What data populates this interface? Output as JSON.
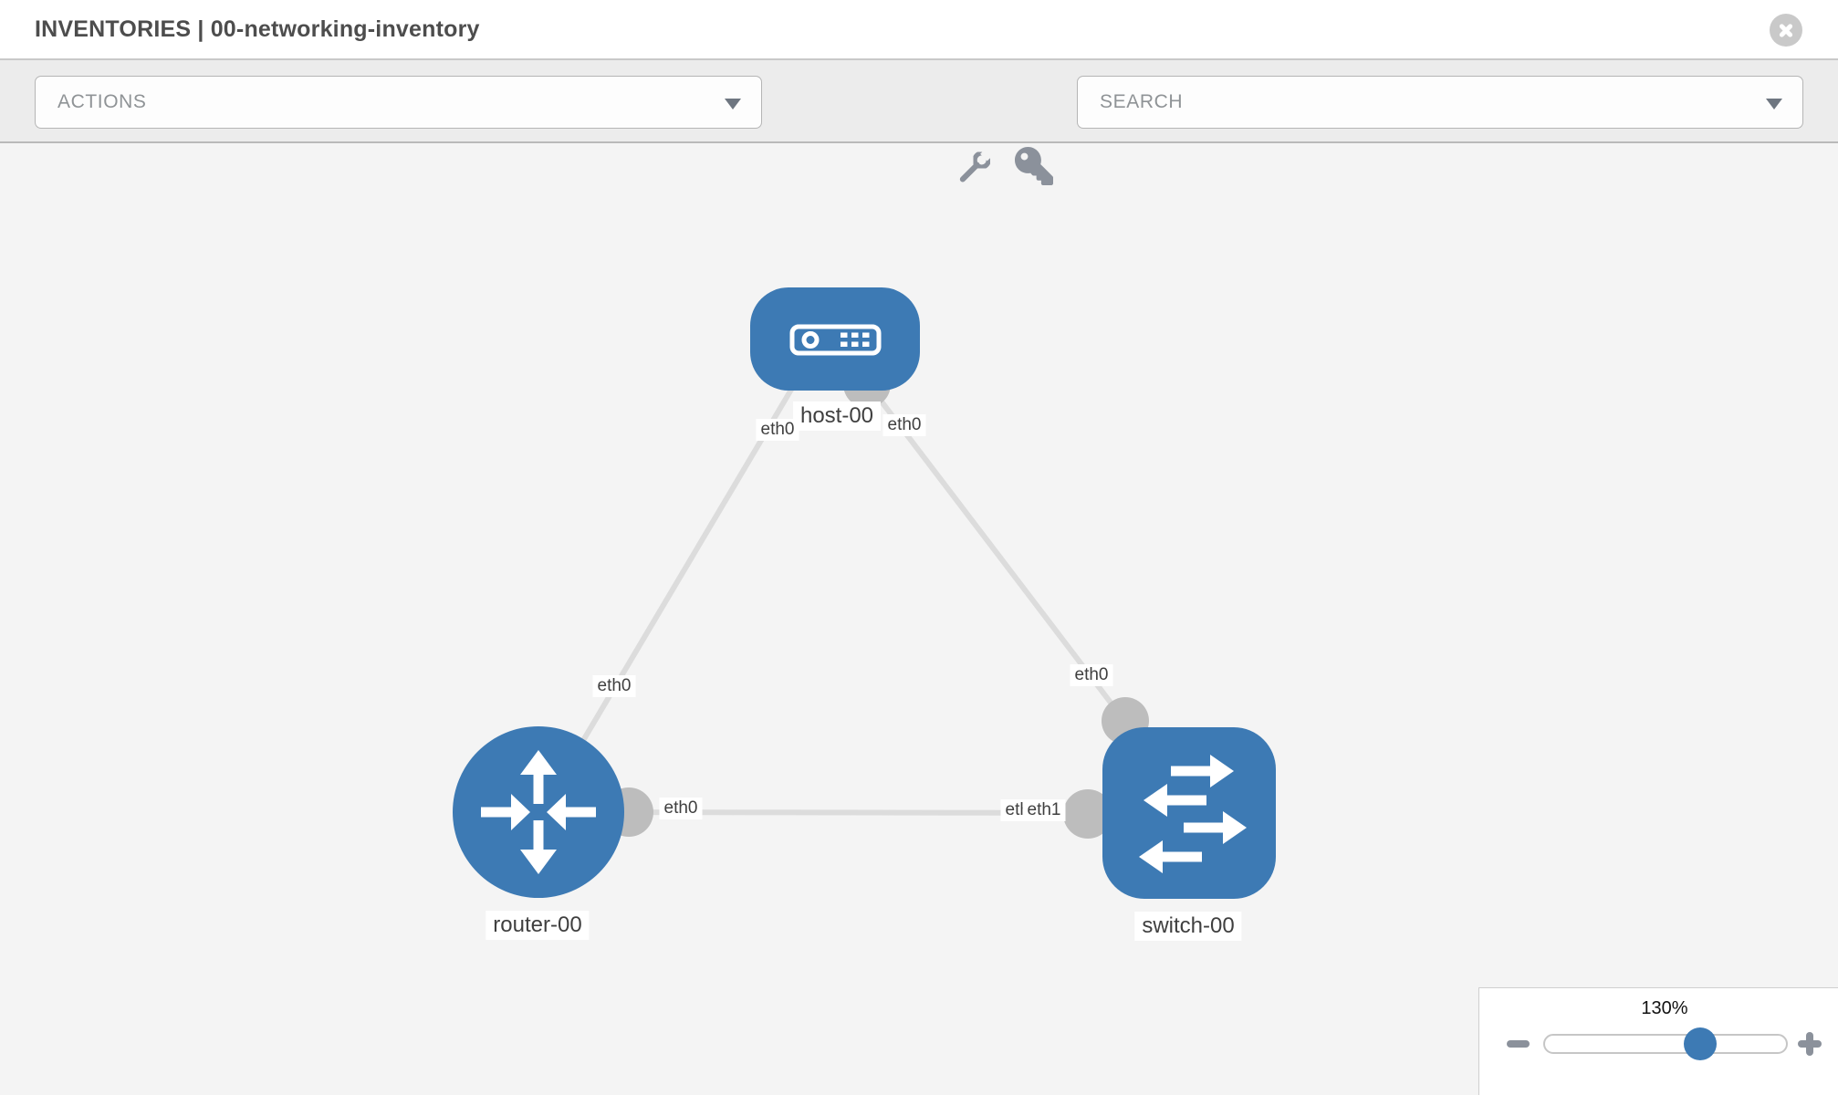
{
  "header": {
    "title": "INVENTORIES | 00-networking-inventory",
    "close_icon": "x-circle"
  },
  "toolbar": {
    "actions_label": "ACTIONS",
    "search_placeholder": "SEARCH",
    "icons": [
      "wrench",
      "key"
    ]
  },
  "topology": {
    "nodes": [
      {
        "id": "host-00",
        "type": "host",
        "label": "host-00"
      },
      {
        "id": "router-00",
        "type": "router",
        "label": "router-00"
      },
      {
        "id": "switch-00",
        "type": "switch",
        "label": "switch-00"
      }
    ],
    "links": [
      {
        "from": "host-00",
        "from_iface": "eth0",
        "to": "router-00",
        "to_iface": "eth0"
      },
      {
        "from": "host-00",
        "from_iface": "eth0",
        "to": "switch-00",
        "to_iface": "eth0"
      },
      {
        "from": "router-00",
        "from_iface": "eth0",
        "to": "switch-00",
        "to_iface": "eth1"
      }
    ],
    "colors": {
      "node_fill": "#3d7ab4",
      "link_stroke": "#dcdcdc",
      "port_fill": "#bdbdbd",
      "icon_gray": "#8b919b"
    }
  },
  "zoom_control": {
    "value": "130%",
    "percent": 130,
    "min_icon": "minus",
    "max_icon": "plus"
  }
}
